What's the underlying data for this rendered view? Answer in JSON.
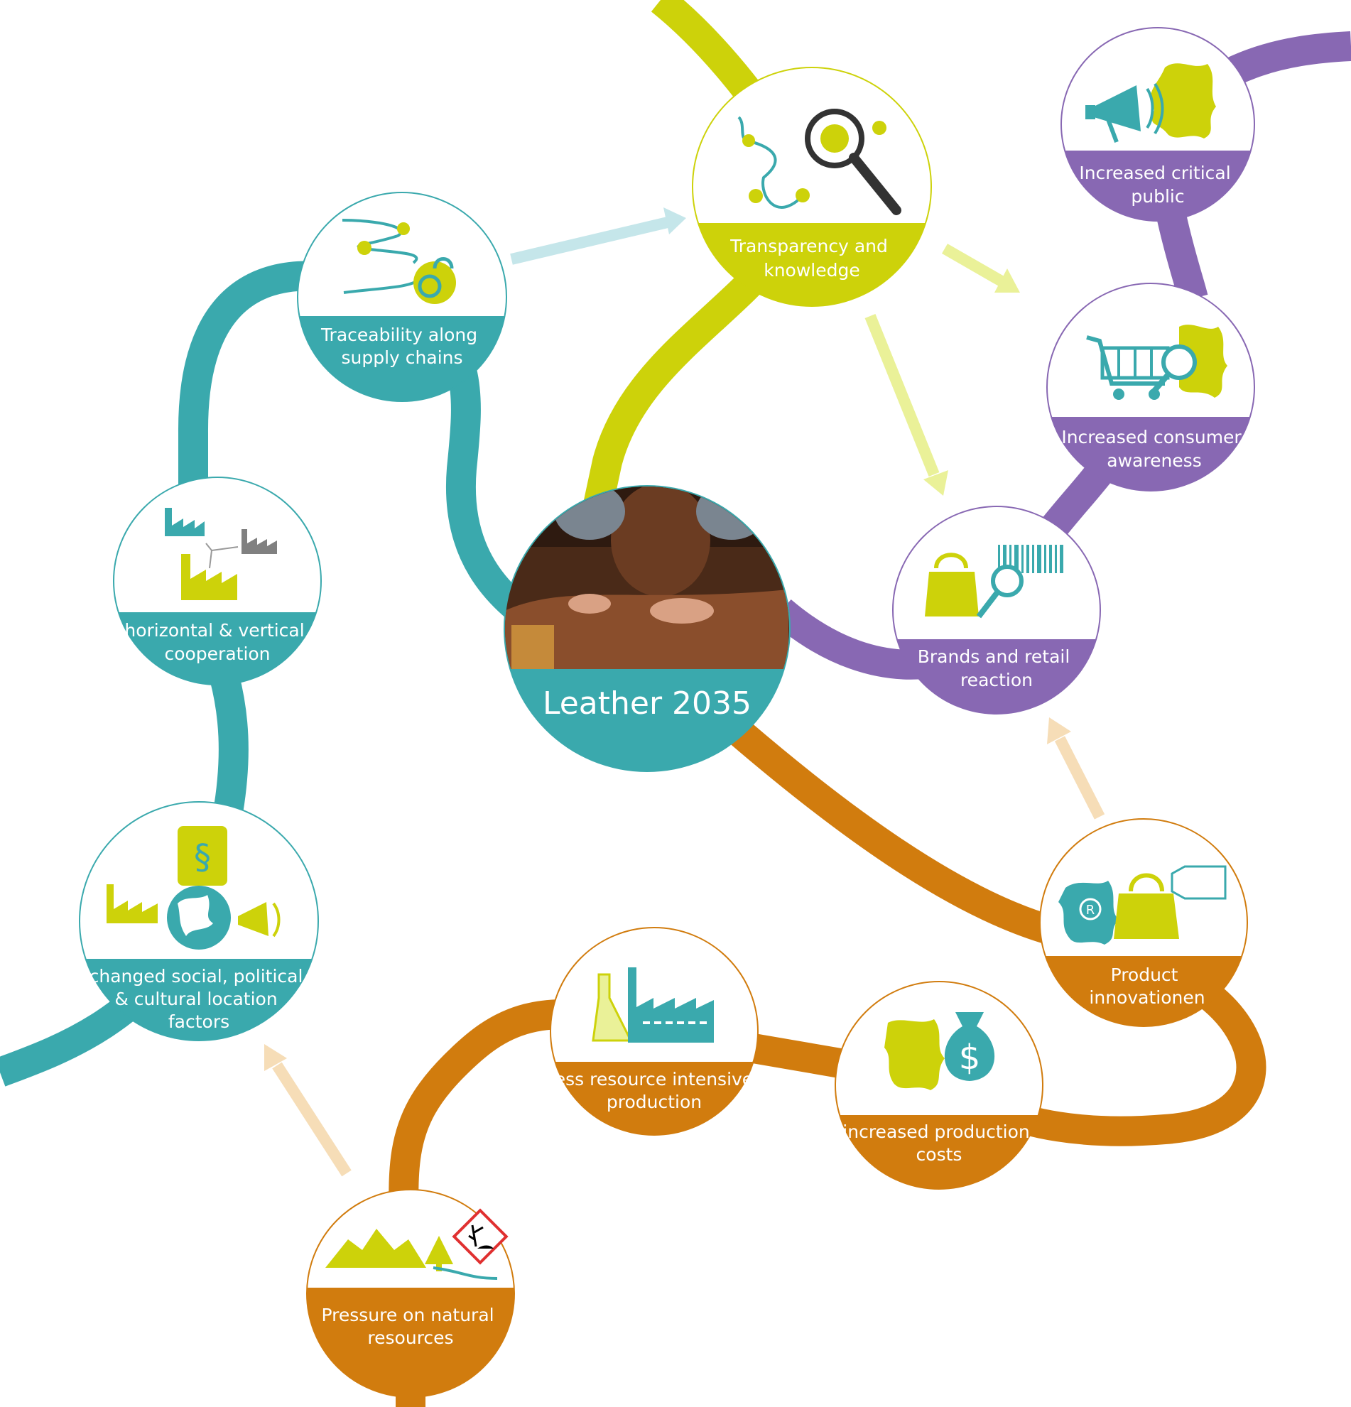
{
  "colors": {
    "teal": "#3aa9ad",
    "lime": "#cdd20a",
    "purple": "#8868b3",
    "orange": "#d17c0e",
    "arrow_light_blue": "#c5e6ea",
    "arrow_light_lime": "#eaf198",
    "arrow_light_orange": "#f6ddb7"
  },
  "center": {
    "title": "Leather 2035",
    "image": "photo of a leather craftsman working on a hide"
  },
  "nodes": {
    "traceability": {
      "label_lines": [
        "Traceability along",
        "supply chains"
      ],
      "icon": "supply-chain-lock-icon"
    },
    "transparency": {
      "label_lines": [
        "Transparency and",
        "knowledge"
      ],
      "icon": "network-magnifier-icon"
    },
    "critical_public": {
      "label_lines": [
        "Increased critical",
        "public"
      ],
      "icon": "megaphone-leather-icon"
    },
    "consumer_awareness": {
      "label_lines": [
        "Increased consumer",
        "awareness"
      ],
      "icon": "cart-magnifier-icon"
    },
    "brands_retail": {
      "label_lines": [
        "Brands and retail",
        "reaction"
      ],
      "icon": "handbag-barcode-icon"
    },
    "cooperation": {
      "label_lines": [
        "horizontal & vertical",
        "cooperation"
      ],
      "icon": "factories-network-icon"
    },
    "location_factors": {
      "label_lines": [
        "changed social, political",
        "& cultural location",
        "factors"
      ],
      "icon": "law-globe-factory-icon"
    },
    "product_innovation": {
      "label_lines": [
        "Product",
        "innovationen"
      ],
      "icon": "registered-bag-tag-icon"
    },
    "resource_production": {
      "label_lines": [
        "less resource intensive",
        "production"
      ],
      "icon": "flask-factory-icon"
    },
    "production_costs": {
      "label_lines": [
        "increased production",
        "costs"
      ],
      "icon": "leather-moneybag-icon"
    },
    "natural_resources": {
      "label_lines": [
        "Pressure on natural",
        "resources"
      ],
      "icon": "landscape-hazard-icon"
    }
  }
}
